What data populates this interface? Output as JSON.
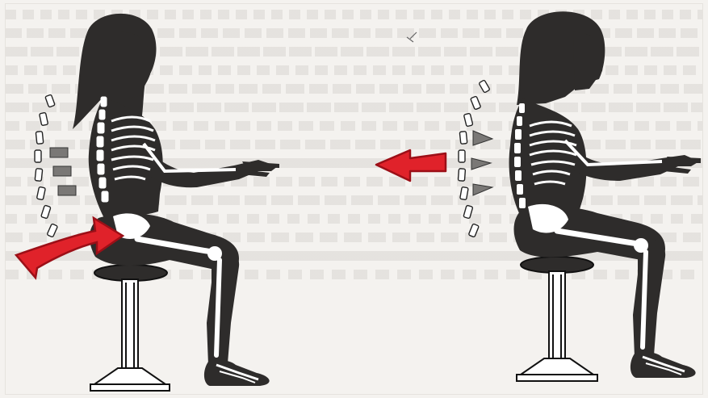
{
  "colors": {
    "figure": "#2e2c2b",
    "bone": "#ffffff",
    "arrow": "#e0222a",
    "arrow_dark": "#9c0f17",
    "stool_line": "#111111",
    "paper": "#f4f2ef",
    "background_text": "#d9d6d2"
  },
  "figures": [
    {
      "name": "slouched-sitting-posture",
      "arrow": "pelvis-tilt-arrow"
    },
    {
      "name": "upright-sitting-posture",
      "arrow": "spine-straighten-arrow"
    }
  ],
  "icons": [
    "red-arrow-icon",
    "stool-icon",
    "spine-outline-icon"
  ]
}
